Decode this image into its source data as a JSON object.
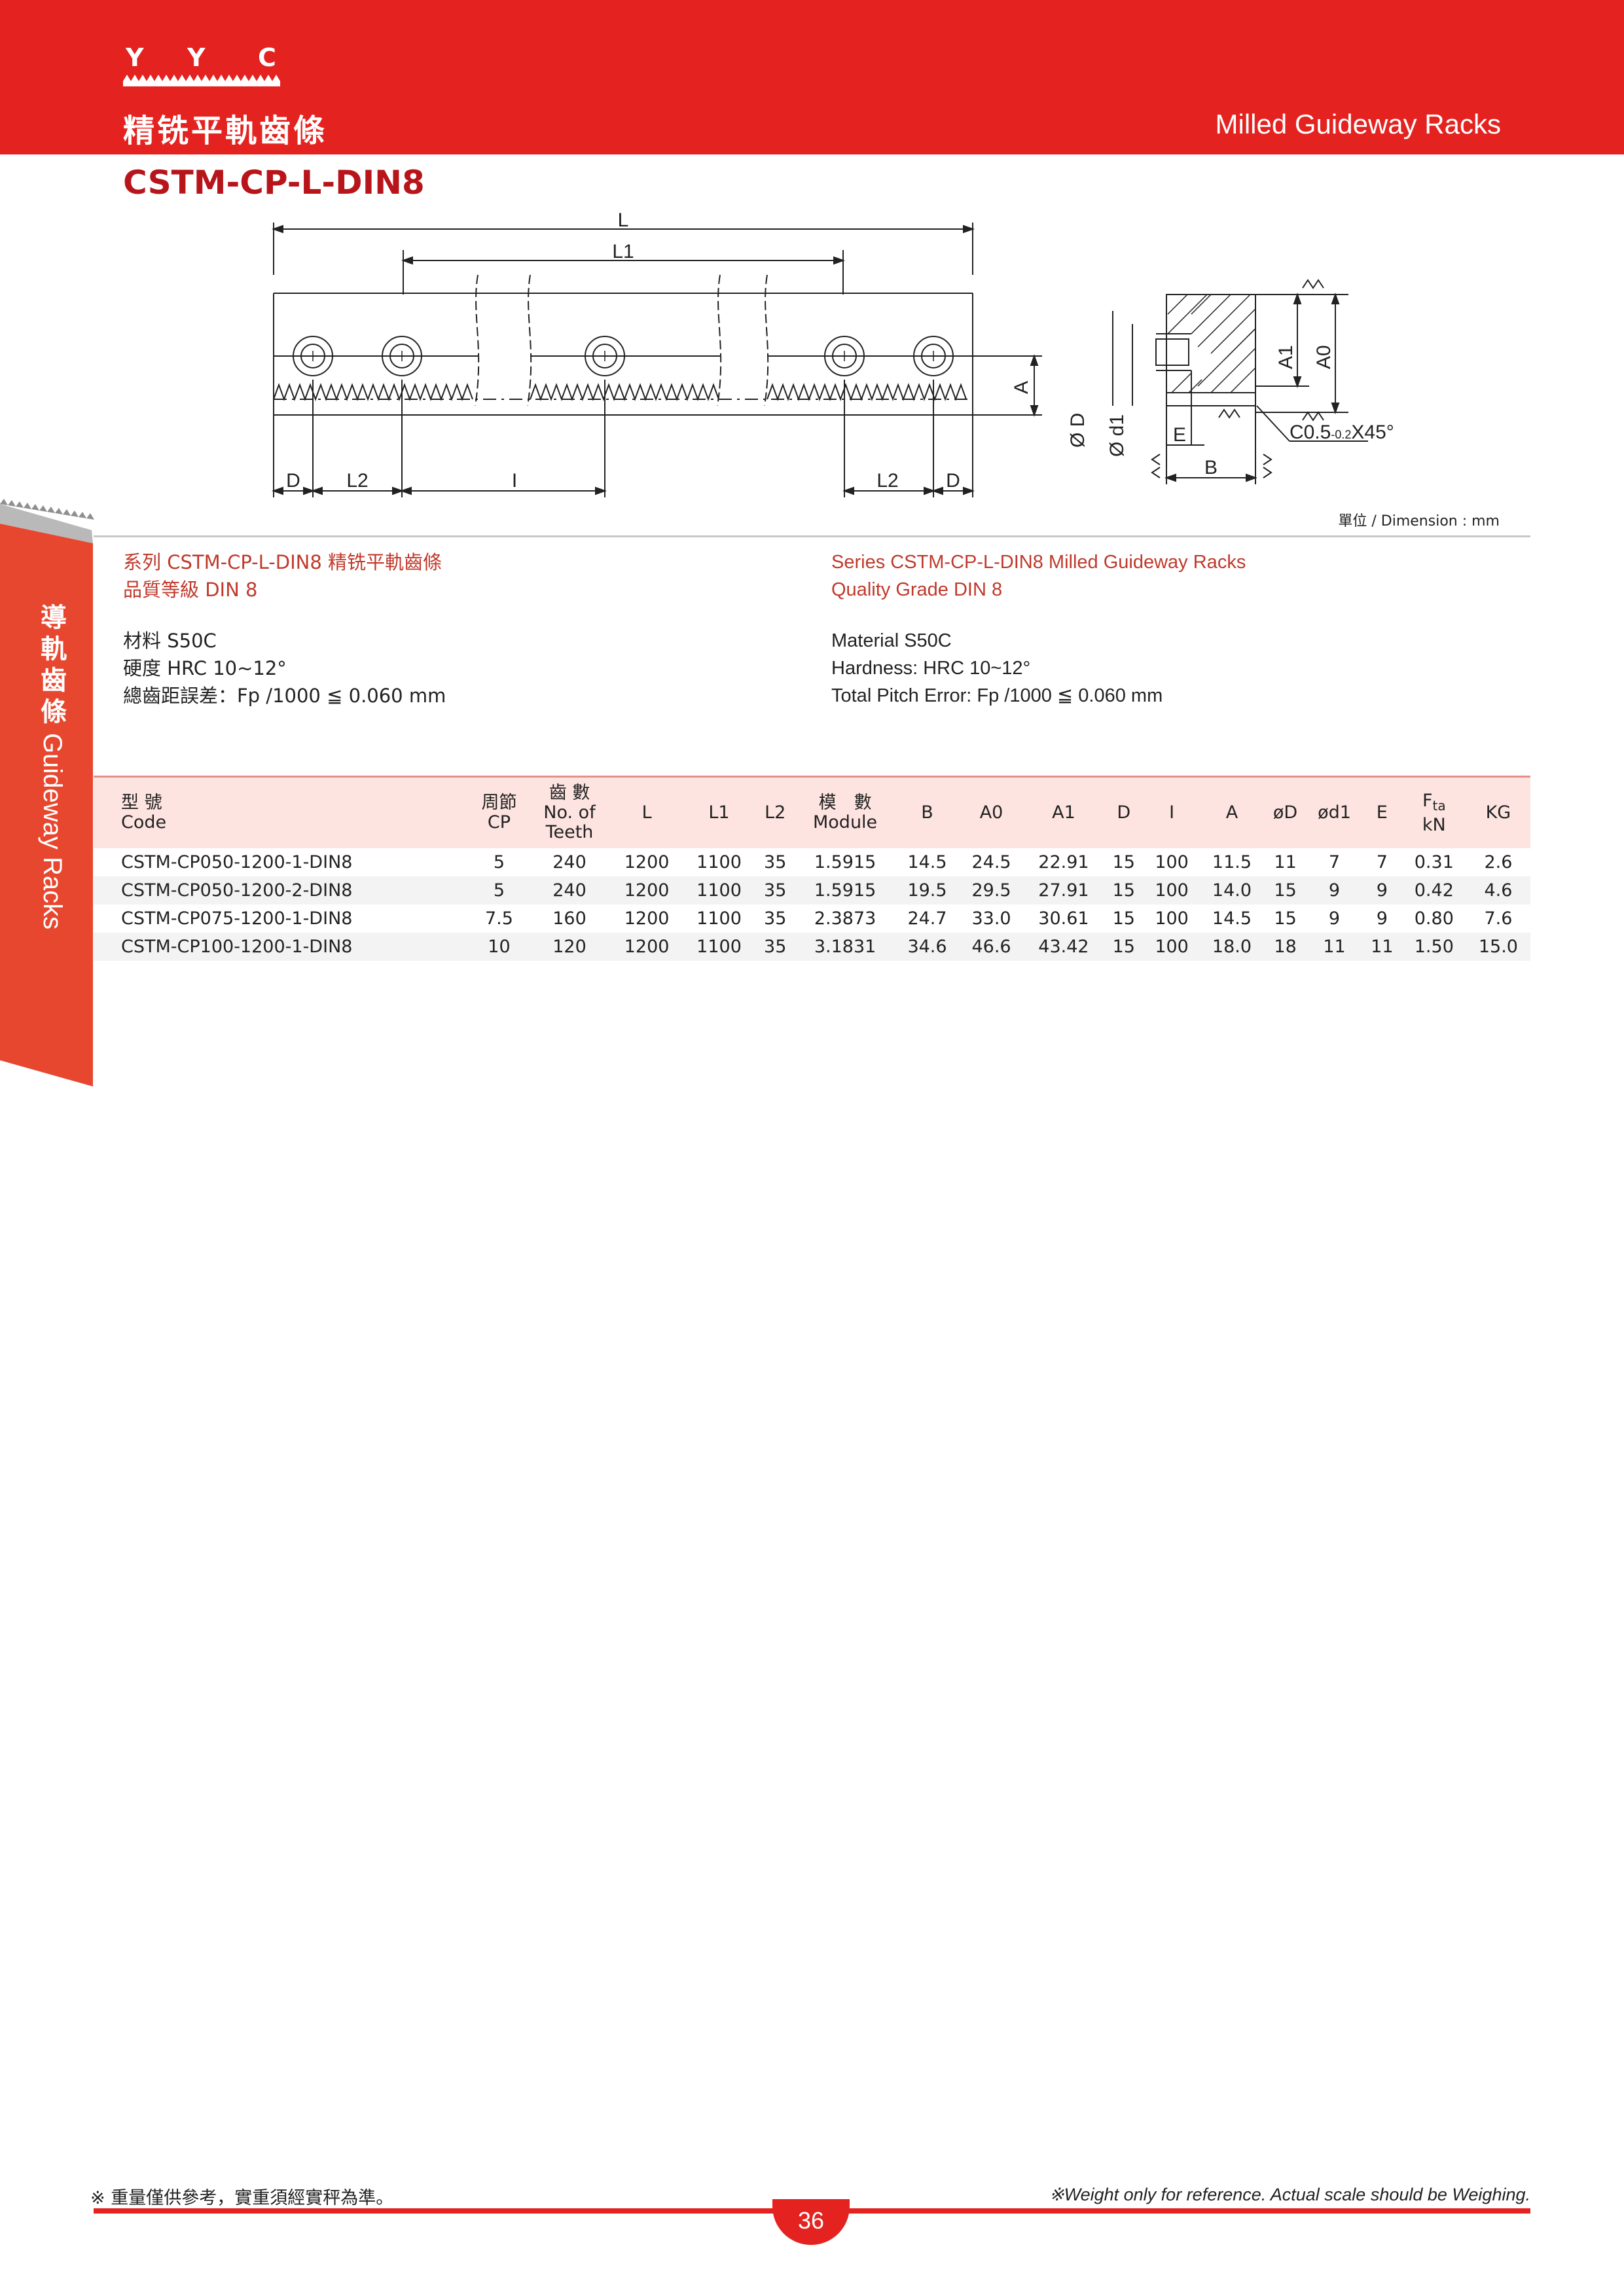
{
  "header": {
    "logo": {
      "letters": [
        "Y",
        "Y",
        "C"
      ]
    },
    "title_zh": "精铣平軌齒條",
    "title_en": "Milled Guideway Racks",
    "bg_color": "#e42320"
  },
  "product": {
    "title": "CSTM-CP-L-DIN8"
  },
  "drawing": {
    "labels": {
      "L": "L",
      "L1": "L1",
      "D": "D",
      "L2": "L2",
      "I": "I",
      "A": "A",
      "A1": "A1",
      "A0": "A0",
      "phiD": "Ø D",
      "phid1": "Ø d1",
      "E": "E",
      "B": "B",
      "chamfer_main": "C0.5",
      "chamfer_tol": "-0.2",
      "chamfer_angle": "X45°"
    }
  },
  "unit_note": "單位 / Dimension : mm",
  "side_tab": {
    "zh": [
      "導",
      "軌",
      "齒",
      "條"
    ],
    "en": "Guideway Racks"
  },
  "specs_zh": {
    "series": "系列 CSTM-CP-L-DIN8 精铣平軌齒條",
    "grade": "品質等級 DIN 8",
    "material": "材料 S50C",
    "hardness": "硬度 HRC 10~12°",
    "pitch_error": "總齒距誤差：Fp /1000 ≦ 0.060 mm"
  },
  "specs_en": {
    "series": "Series CSTM-CP-L-DIN8 Milled Guideway Racks",
    "grade": "Quality Grade DIN 8",
    "material": "Material S50C",
    "hardness": "Hardness: HRC 10~12°",
    "pitch_error": "Total Pitch Error: Fp /1000 ≦ 0.060 mm"
  },
  "table": {
    "headers": {
      "code_zh": "型 號",
      "code_en": "Code",
      "cp_zh": "周節",
      "cp_en": "CP",
      "teeth_zh": "齒 數",
      "teeth_en1": "No. of",
      "teeth_en2": "Teeth",
      "L": "L",
      "L1": "L1",
      "L2": "L2",
      "module_zh": "模　數",
      "module_en": "Module",
      "B": "B",
      "A0": "A0",
      "A1": "A1",
      "D": "D",
      "I": "I",
      "A": "A",
      "phiD": "øD",
      "phid1": "ød1",
      "E": "E",
      "F": "F",
      "F_sub": "ta",
      "F_unit": "kN",
      "KG": "KG"
    },
    "rows": [
      [
        "CSTM-CP050-1200-1-DIN8",
        "5",
        "240",
        "1200",
        "1100",
        "35",
        "1.5915",
        "14.5",
        "24.5",
        "22.91",
        "15",
        "100",
        "11.5",
        "11",
        "7",
        "7",
        "0.31",
        "2.6"
      ],
      [
        "CSTM-CP050-1200-2-DIN8",
        "5",
        "240",
        "1200",
        "1100",
        "35",
        "1.5915",
        "19.5",
        "29.5",
        "27.91",
        "15",
        "100",
        "14.0",
        "15",
        "9",
        "9",
        "0.42",
        "4.6"
      ],
      [
        "CSTM-CP075-1200-1-DIN8",
        "7.5",
        "160",
        "1200",
        "1100",
        "35",
        "2.3873",
        "24.7",
        "33.0",
        "30.61",
        "15",
        "100",
        "14.5",
        "15",
        "9",
        "9",
        "0.80",
        "7.6"
      ],
      [
        "CSTM-CP100-1200-1-DIN8",
        "10",
        "120",
        "1200",
        "1100",
        "35",
        "3.1831",
        "34.6",
        "46.6",
        "43.42",
        "15",
        "100",
        "18.0",
        "18",
        "11",
        "11",
        "1.50",
        "15.0"
      ]
    ]
  },
  "footer": {
    "note_zh": "※ 重量僅供參考，實重須經實秤為準。",
    "note_en": "※Weight only for reference. Actual scale should be Weighing.",
    "page": "36"
  }
}
